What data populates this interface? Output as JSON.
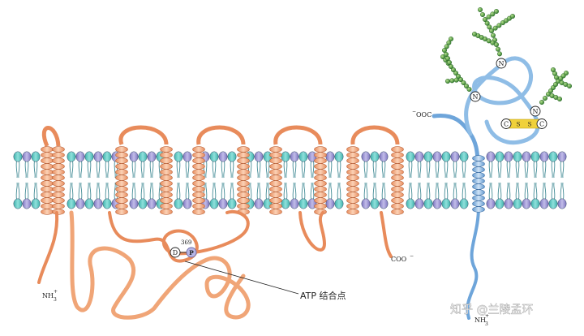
{
  "labels": {
    "n_term_left": "NH",
    "n_term_left_sub": "3",
    "n_term_left_sup": "+",
    "c_term_left": "COO",
    "c_term_left_sup": "−",
    "asp_residue": "D",
    "asp_number": "369",
    "phosphate": "P",
    "atp_site": "ATP 结合点",
    "c_term_right_sup": "−",
    "c_term_right": "OOC",
    "n_term_right": "NH",
    "n_term_right_sub": "3",
    "n_term_right_sup": "+",
    "glycan_site_1": "N",
    "glycan_site_2": "N",
    "glycan_site_3": "N",
    "disulfide_c1": "C",
    "disulfide_s1": "S",
    "disulfide_s2": "S",
    "disulfide_c2": "C",
    "watermark": "知乎 @兰陵孟环"
  },
  "colors": {
    "membrane_head_teal": "#62c7c2",
    "membrane_head_purple": "#9b93cf",
    "membrane_tail": "#2f7f8a",
    "alpha_subunit": "#f4ac82",
    "beta_subunit": "#8fbde6",
    "glycan_bead": "#4fa64a",
    "disulfide": "#f0d13a",
    "phosphate": "#b7b6e6"
  }
}
